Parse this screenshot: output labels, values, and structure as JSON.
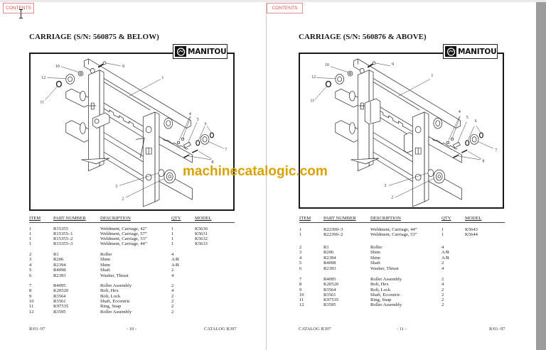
{
  "colors": {
    "contents_link": "#e2504f",
    "watermark": "#daa200",
    "scrollbar": "#9c9c9c",
    "frame": "#1a1a1a"
  },
  "watermark": "machinecatalogic.com",
  "pages": {
    "left": {
      "contents_button": "CONTENTS",
      "title": "CARRIAGE (S/N: 560875 & BELOW)",
      "brand": "MANITOU",
      "callouts": {
        "c9": "9",
        "c10": "10",
        "c12": "12",
        "c11": "11",
        "c1": "1",
        "c4": "4",
        "c5": "5",
        "c6": "6",
        "c7": "7",
        "c8": "8",
        "c3": "3",
        "c2": "2"
      },
      "table": {
        "headers": {
          "item": "ITEM",
          "part": "PART NUMBER",
          "desc": "DESCRIPTION",
          "qty": "QTY",
          "model": "MODEL"
        },
        "rows": [
          {
            "item": "1",
            "part": "R15355",
            "desc": "Weldment, Carriage, 42”",
            "qty": "1",
            "model": "K5630"
          },
          {
            "item": "1",
            "part": "R15355–1",
            "desc": "Weldment, Carriage, 57”",
            "qty": "1",
            "model": "K5631"
          },
          {
            "item": "1",
            "part": "R15355–2",
            "desc": "Weldment, Carriage, 53”",
            "qty": "1",
            "model": "K5632"
          },
          {
            "item": "1",
            "part": "R15355–3",
            "desc": "Weldment, Carriage, 44”",
            "qty": "1",
            "model": "K5633"
          },
          {
            "item": "2",
            "part": "R1",
            "desc": "Roller",
            "qty": "4",
            "model": ""
          },
          {
            "item": "3",
            "part": "R206",
            "desc": "Shim",
            "qty": "A/R",
            "model": ""
          },
          {
            "item": "4",
            "part": "R2394",
            "desc": "Shim",
            "qty": "A/R",
            "model": ""
          },
          {
            "item": "5",
            "part": "R4098",
            "desc": "Shaft",
            "qty": "2",
            "model": ""
          },
          {
            "item": "6",
            "part": "R2393",
            "desc": "Washer, Thrust",
            "qty": "4",
            "model": ""
          },
          {
            "item": "7",
            "part": "R4095",
            "desc": "Roller Assembly",
            "qty": "2",
            "model": ""
          },
          {
            "item": "8",
            "part": "K20520",
            "desc": "Bolt, Hex",
            "qty": "4",
            "model": ""
          },
          {
            "item": "9",
            "part": "R3564",
            "desc": "Bolt, Lock",
            "qty": "2",
            "model": ""
          },
          {
            "item": "10",
            "part": "R3561",
            "desc": "Shaft, Eccentric",
            "qty": "2",
            "model": ""
          },
          {
            "item": "11",
            "part": "K97535",
            "desc": "Ring, Snap",
            "qty": "2",
            "model": ""
          },
          {
            "item": "12",
            "part": "R3595",
            "desc": "Roller Assembly",
            "qty": "2",
            "model": ""
          }
        ]
      },
      "footer": {
        "left": "R/01–97",
        "center": "- 10 -",
        "right": "CATALOG R397"
      }
    },
    "right": {
      "contents_button": "CONTENTS",
      "title": "CARRIAGE (S/N: 560876 & ABOVE)",
      "brand": "MANITOU",
      "callouts": {
        "c9": "9",
        "c10": "10",
        "c12": "12",
        "c11": "11",
        "c1": "1",
        "c4": "4",
        "c5": "5",
        "c6": "6",
        "c7": "7",
        "c8": "8",
        "c3": "3",
        "c2": "2"
      },
      "table": {
        "headers": {
          "item": "ITEM",
          "part": "PART NUMBER",
          "desc": "DESCRIPTION",
          "qty": "QTY",
          "model": "MODEL"
        },
        "rows": [
          {
            "item": "1",
            "part": "R22390–3",
            "desc": "Weldment, Carriage, 44”",
            "qty": "1",
            "model": "K5643"
          },
          {
            "item": "1",
            "part": "R22390–2",
            "desc": "Weldment, Carriage, 53”",
            "qty": "1",
            "model": "K5644"
          },
          {
            "item": "2",
            "part": "R1",
            "desc": "Roller",
            "qty": "4",
            "model": ""
          },
          {
            "item": "3",
            "part": "R206",
            "desc": "Shim",
            "qty": "A/R",
            "model": ""
          },
          {
            "item": "4",
            "part": "R2394",
            "desc": "Shim",
            "qty": "A/R",
            "model": ""
          },
          {
            "item": "5",
            "part": "R4098",
            "desc": "Shaft",
            "qty": "2",
            "model": ""
          },
          {
            "item": "6",
            "part": "R2393",
            "desc": "Washer, Thrust",
            "qty": "4",
            "model": ""
          },
          {
            "item": "7",
            "part": "R4095",
            "desc": "Roller Assembly",
            "qty": "2",
            "model": ""
          },
          {
            "item": "8",
            "part": "K20520",
            "desc": "Bolt, Hex",
            "qty": "4",
            "model": ""
          },
          {
            "item": "9",
            "part": "R3564",
            "desc": "Bolt, Lock",
            "qty": "2",
            "model": ""
          },
          {
            "item": "10",
            "part": "R3561",
            "desc": "Shaft, Eccentric",
            "qty": "2",
            "model": ""
          },
          {
            "item": "11",
            "part": "K97535",
            "desc": "Ring, Snap",
            "qty": "2",
            "model": ""
          },
          {
            "item": "12",
            "part": "R3595",
            "desc": "Roller Assembly",
            "qty": "2",
            "model": ""
          }
        ]
      },
      "footer": {
        "left": "CATALOG R397",
        "center": "- 11 -",
        "right": "R/01–97"
      }
    }
  }
}
